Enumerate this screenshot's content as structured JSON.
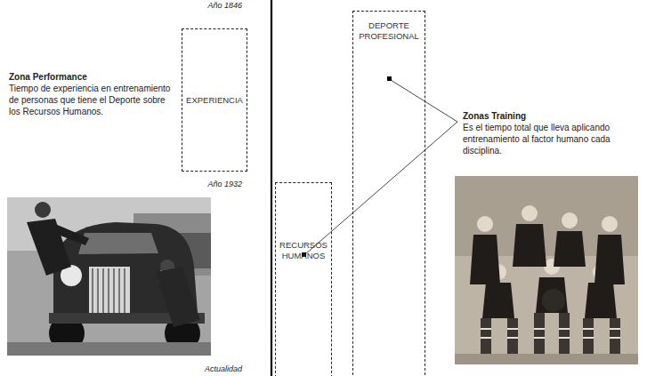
{
  "diagram": {
    "nodes": [
      {
        "text": [
          "EXPERIENCIA"
        ]
      },
      {
        "text": [
          "DEPORTE PROFESIONAL"
        ]
      },
      {
        "text": [
          "RECURSOS HUMANOS"
        ]
      }
    ],
    "labels": [
      "Año 1846",
      "Zona Performance",
      "Tiempo de experiencia en entrenamiento de personas que tiene el Deporte sobre los Recursos Humanos.",
      "Zonas Training",
      "Es el tiempo total que lleva aplicando entrenamiento al factor humano cada disciplina.",
      "Año 1932",
      "Actualidad"
    ]
  }
}
